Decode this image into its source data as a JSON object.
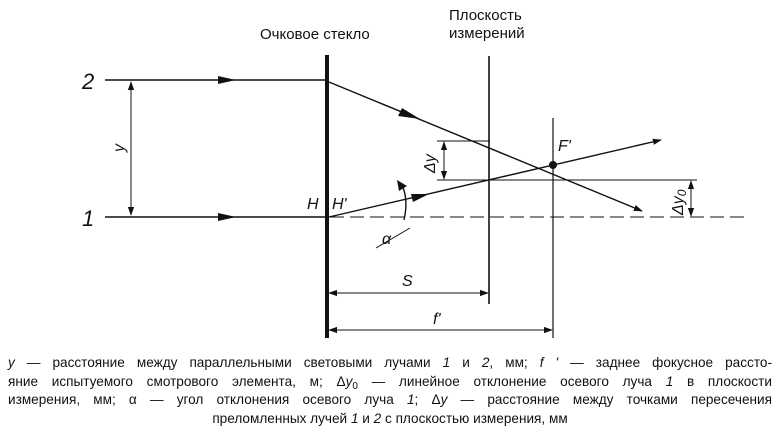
{
  "labels": {
    "lens": "Очковое стекло",
    "plane_line1": "Плоскость",
    "plane_line2": "измерений",
    "ray2": "2",
    "ray1": "1",
    "y": "y",
    "H": "H",
    "H_prime": "H'",
    "F_prime": "F'",
    "alpha": "α",
    "delta_y": "Δy",
    "delta_y0": "Δy",
    "delta_y0_sub": "0",
    "S": "S",
    "f_prime": "f'"
  },
  "caption": {
    "l1": {
      "a": "y",
      "b": " — расстояние между параллельными световыми лучами ",
      "c": "1",
      "d": " и ",
      "e": "2",
      "f": ", мм; ",
      "g": "f '",
      "h": " — заднее фокусное рассто-"
    },
    "l2": {
      "a": "яние испытуемого смотрового элемента, м; Δ",
      "b": "y",
      "c": "0",
      "d": " — линейное отклонение осевого луча ",
      "e": "1",
      "f": " в плоскости"
    },
    "l3": {
      "a": "измерения, мм; α — угол отклонения осевого луча ",
      "b": "1",
      "c": "; Δ",
      "d": "y",
      "e": " — расстояние между точками пересечения"
    },
    "l4": {
      "a": "преломленных лучей ",
      "b": "1",
      "c": " и ",
      "d": "2",
      "e": " с плоскостью измерения, мм"
    }
  }
}
